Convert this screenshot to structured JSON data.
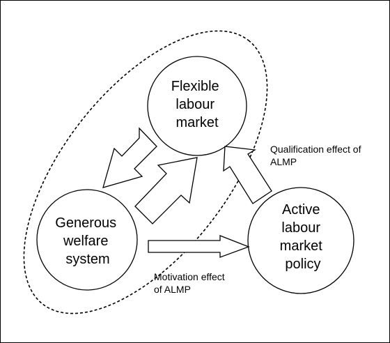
{
  "nodes": {
    "flexible": {
      "lines": [
        "Flexible",
        "labour",
        "market"
      ]
    },
    "welfare": {
      "lines": [
        "Generous",
        "welfare",
        "system"
      ]
    },
    "almp": {
      "lines": [
        "Active",
        "labour",
        "market",
        "policy"
      ]
    }
  },
  "captions": {
    "qualification": [
      "Qualification effect of",
      "ALMP"
    ],
    "motivation": [
      "Motivation effect",
      "of ALMP"
    ]
  },
  "colors": {
    "stroke": "#000000",
    "fill": "#ffffff",
    "background": "#ffffff"
  }
}
